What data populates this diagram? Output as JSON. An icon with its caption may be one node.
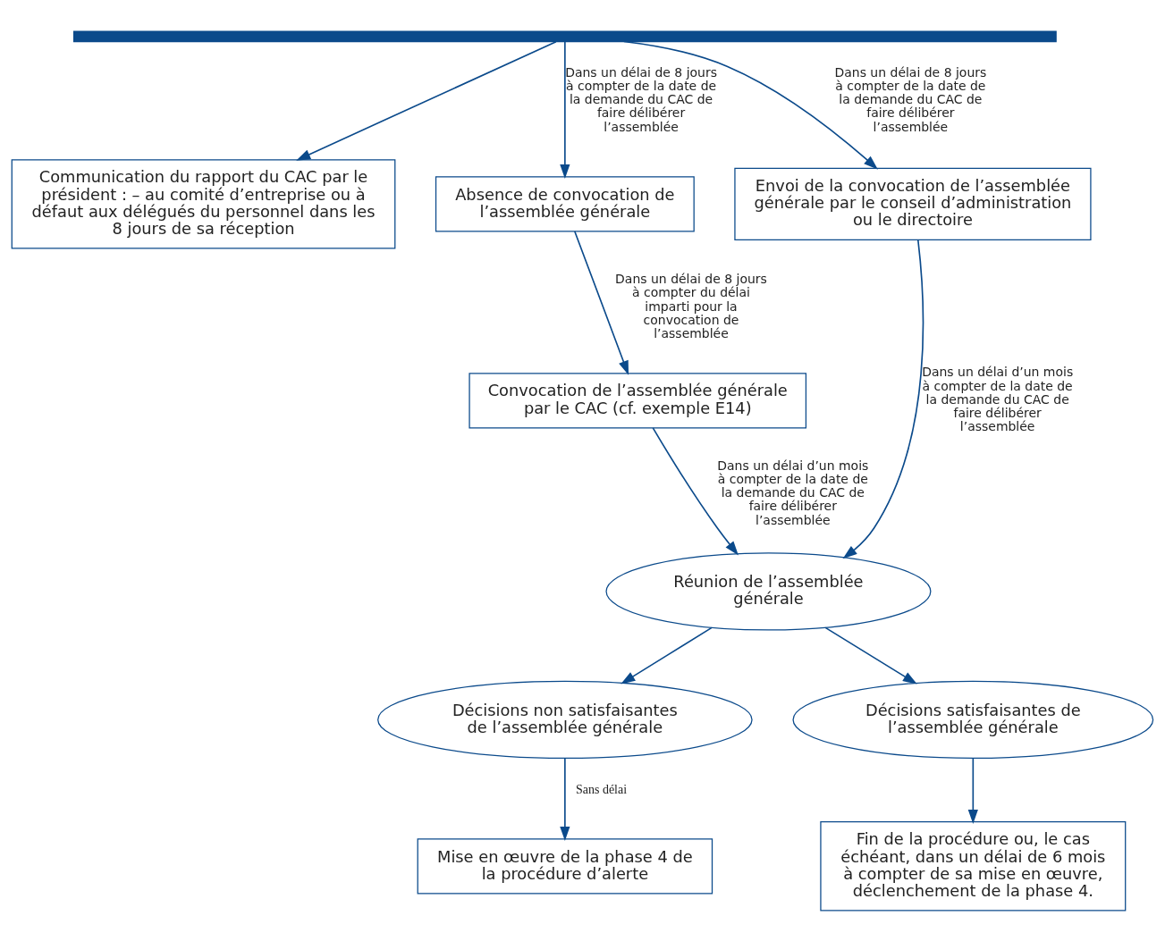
{
  "diagram": {
    "nodes": [
      {
        "text": [],
        "shape": "bar"
      },
      {
        "text": [
          "Communication du rapport du CAC par le président : – au comité d’entreprise ou à défaut aux délégués du personnel dans les 8 jours de sa réception"
        ]
      },
      {
        "text": [
          "Absence de convocation de l’assemblée générale"
        ]
      },
      {
        "text": [
          "Envoi de la convocation de l’assemblée générale par le conseil d’administration ou le directoire"
        ]
      },
      {
        "text": [
          "Convocation de l’assemblée générale par le CAC (cf. exemple E14)"
        ]
      },
      {
        "text": [
          "Réunion de l’assemblée générale"
        ]
      },
      {
        "text": [
          "Décisions non satisfaisantes de l’assemblée générale"
        ]
      },
      {
        "text": [
          "Décisions satisfaisantes de l’assemblée générale"
        ]
      },
      {
        "text": [
          "Mise en œuvre de la phase 4 de la procédure d’alerte"
        ]
      },
      {
        "text": [
          "Fin de la procédure ou, le cas échéant, dans un délai de 6 mois à compter de sa mise en œuvre, déclenchement de la phase 4."
        ]
      }
    ],
    "edges": [
      {
        "from": 0,
        "to": 2,
        "arrow": "to",
        "label": "Dans un délai de 8 jours à compter de la date de la demande du CAC de faire délibérer l’assemblée"
      },
      {
        "from": 0,
        "to": 1,
        "arrow": "to"
      },
      {
        "from": 0,
        "to": 3,
        "arrow": "to",
        "label": "Dans un délai de 8 jours à compter de la date de la demande du CAC de faire délibérer l’assemblée"
      },
      {
        "from": 2,
        "to": 4,
        "arrow": "to",
        "label": "Dans un délai de 8 jours à compter du délai imparti pour la convocation de l’assemblée"
      },
      {
        "from": 4,
        "to": 5,
        "arrow": "to",
        "label": "Dans un délai d’un mois à compter de la date de la demande du CAC de faire délibérer l’assemblée"
      },
      {
        "from": 3,
        "to": 5,
        "arrow": "to",
        "label": "Dans un délai d’un mois à compter de la date de la demande du CAC de faire délibérer l’assemblée"
      },
      {
        "from": 5,
        "to": 6,
        "arrow": "to"
      },
      {
        "from": 5,
        "to": 7,
        "arrow": "to"
      },
      {
        "from": 6,
        "to": 8,
        "arrow": "to",
        "label": "Sans délai"
      },
      {
        "from": 7,
        "to": 9,
        "arrow": "to"
      }
    ]
  }
}
